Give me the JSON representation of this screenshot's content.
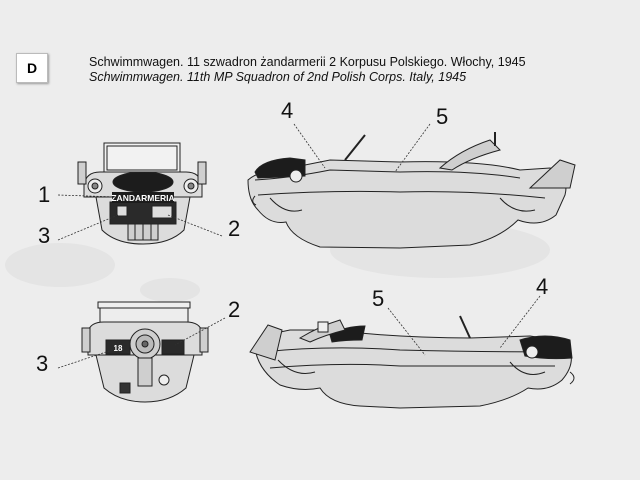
{
  "badge": "D",
  "caption": {
    "polish": "Schwimmwagen. 11 szwadron żandarmerii 2 Korpusu Polskiego. Włochy, 1945",
    "english": "Schwimmwagen. 11th MP Squadron of 2nd Polish Corps. Italy, 1945"
  },
  "plate_text": {
    "zandarmeria": "ZANDARMERIA",
    "rear_plate": "18"
  },
  "callouts": {
    "front_1": "1",
    "front_2": "2",
    "front_3": "3",
    "right_4": "4",
    "right_5": "5",
    "rear_2": "2",
    "rear_3": "3",
    "left_5": "5",
    "left_4": "4"
  },
  "colors": {
    "background": "#ededed",
    "body": "#dcdcdc",
    "outline": "#222222",
    "dark": "#1c1c1c"
  }
}
